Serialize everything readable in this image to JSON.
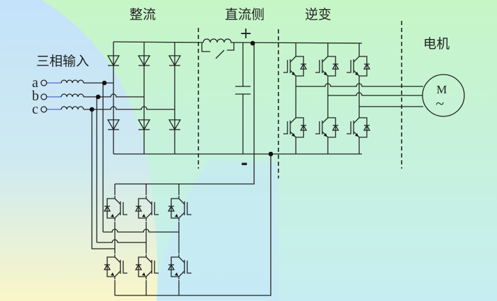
{
  "labels": {
    "rectifier": "整流",
    "dc_link": "直流侧",
    "inverter": "逆变",
    "motor": "电机",
    "three_phase_input": "三相输入",
    "phase_a": "a",
    "phase_b": "b",
    "phase_c": "c",
    "plus": "+",
    "minus": "-",
    "motor_symbol": "M",
    "motor_ac": "~"
  },
  "colors": {
    "background_top": "#c6f6c6",
    "background_bottom": "#c6eef0",
    "blue_region": "#c4e4fa",
    "yellow_region": "#f8f6cc",
    "wire": "#222222"
  }
}
